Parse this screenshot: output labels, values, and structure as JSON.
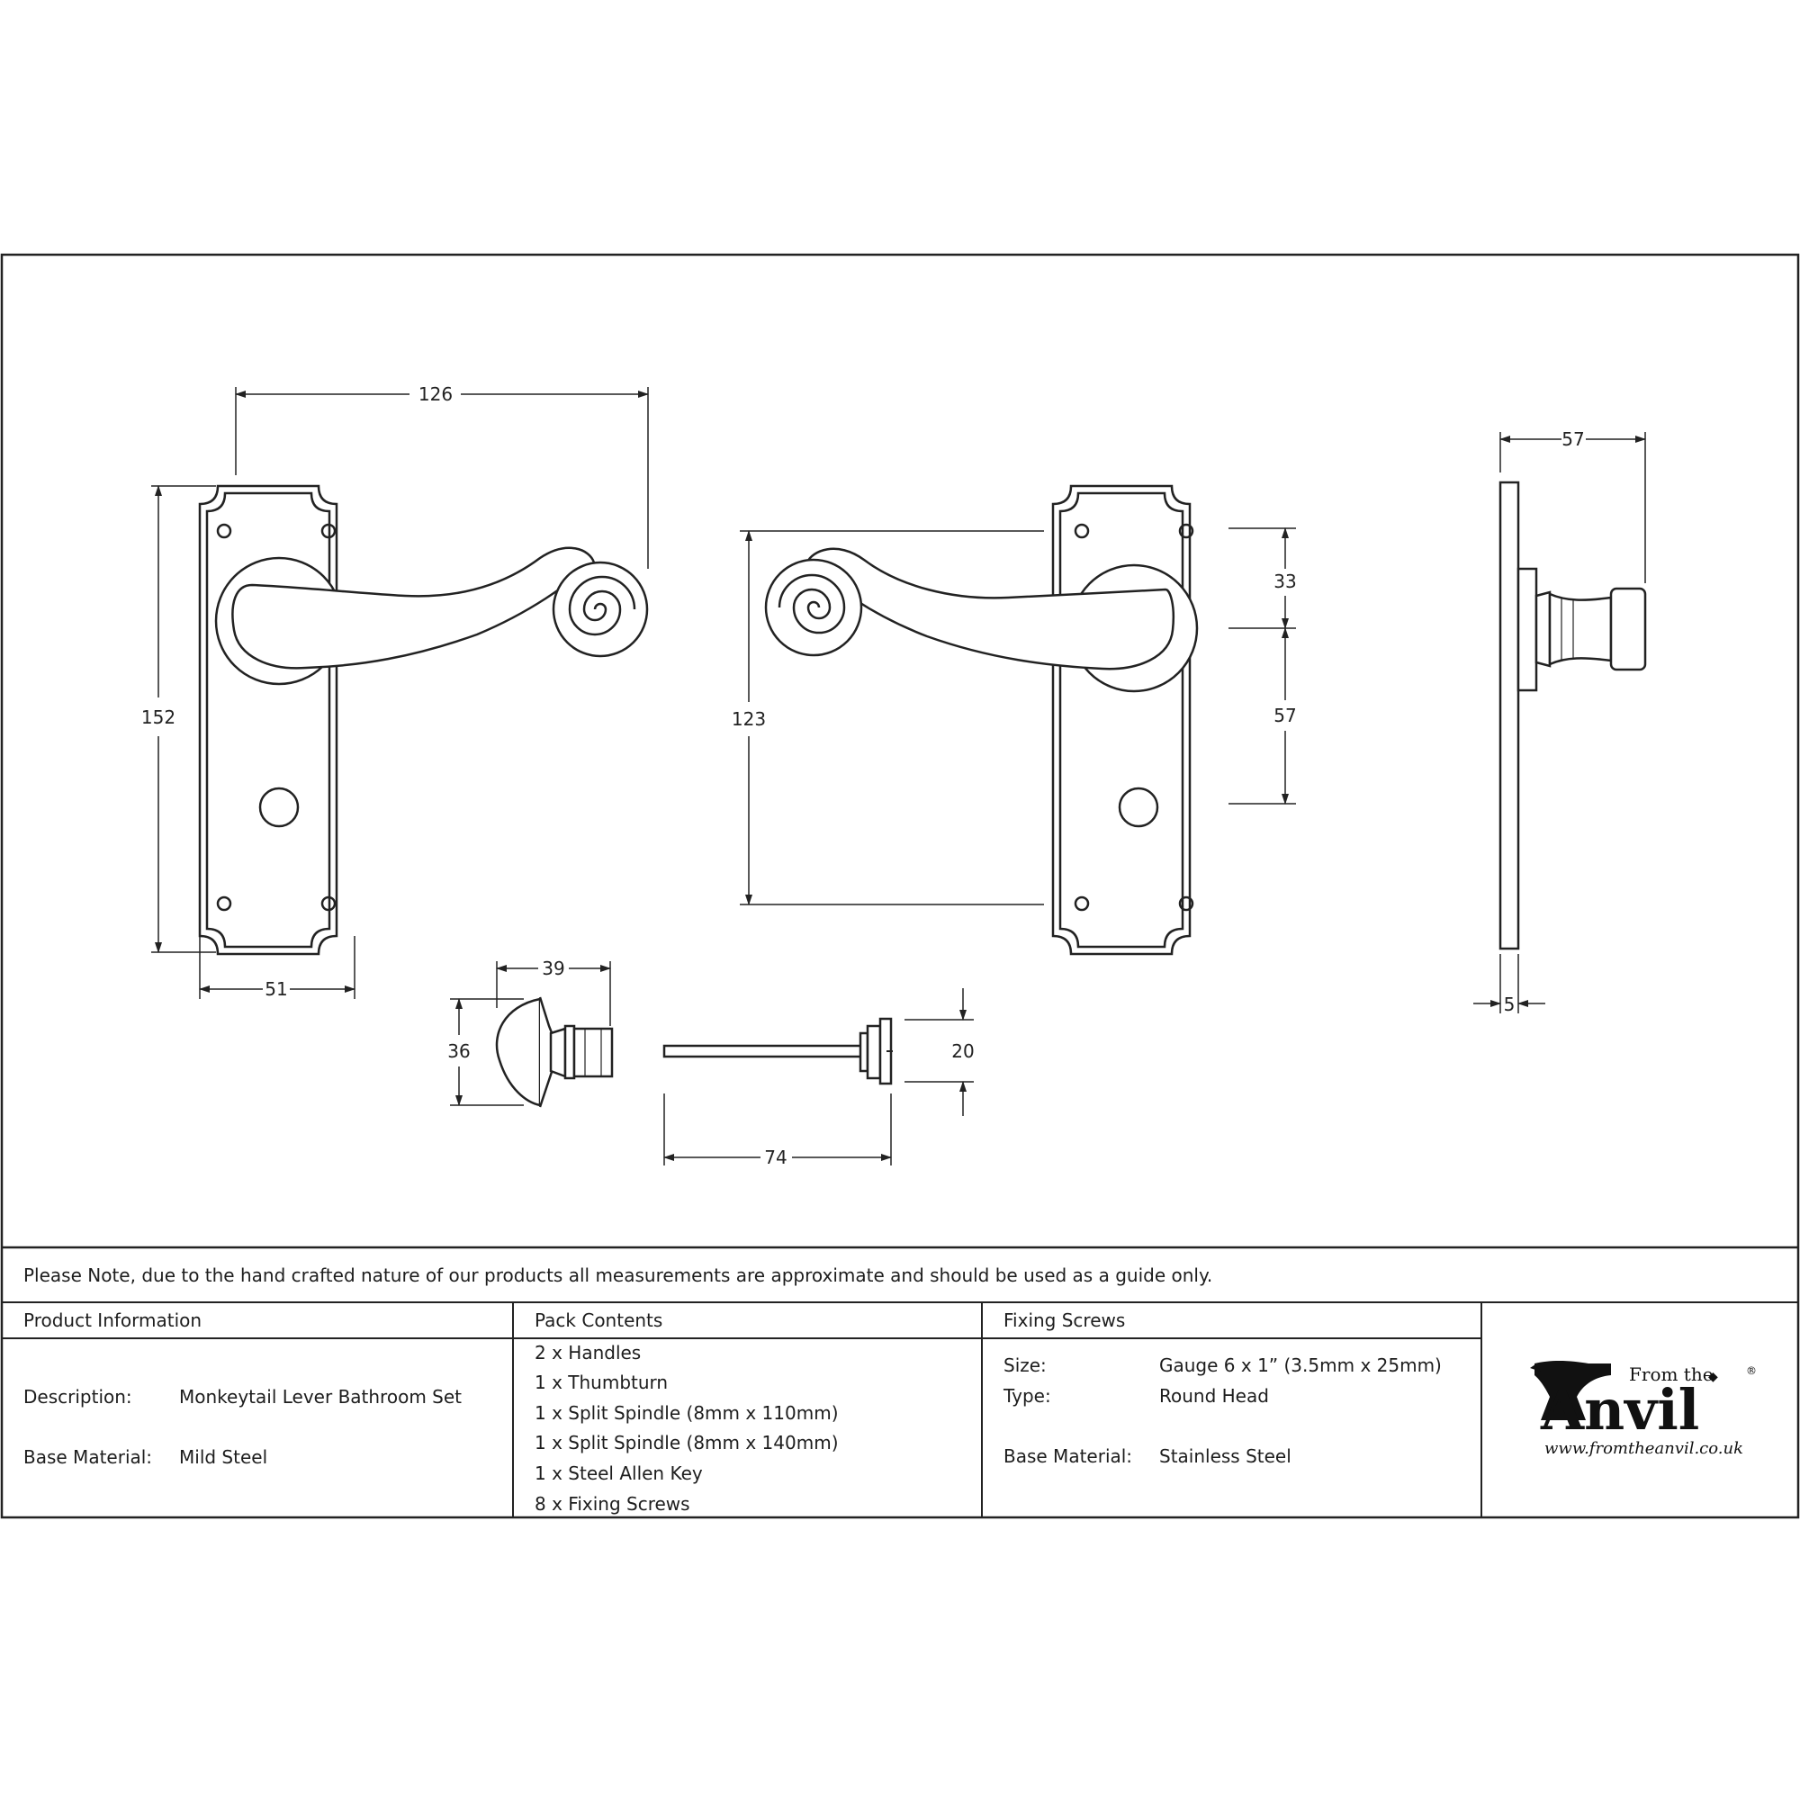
{
  "drawing": {
    "dimensions": {
      "front_width": "126",
      "front_height": "152",
      "plate_width": "51",
      "side_height": "123",
      "right_top": "33",
      "right_mid": "57",
      "profile_projection": "57",
      "profile_thickness": "5",
      "thumbturn_length": "39",
      "thumbturn_height": "36",
      "spindle_height": "20",
      "spindle_length": "74"
    }
  },
  "note": "Please Note, due to the hand crafted nature of our products all measurements are approximate and should be used as a guide only.",
  "table": {
    "product_information": {
      "header": "Product Information",
      "description_label": "Description:",
      "description_value": "Monkeytail Lever Bathroom Set",
      "base_material_label": "Base Material:",
      "base_material_value": "Mild Steel"
    },
    "pack_contents": {
      "header": "Pack Contents",
      "items": [
        "2 x Handles",
        "1 x Thumbturn",
        "1 x Split Spindle (8mm x 110mm)",
        "1 x Split Spindle (8mm x 140mm)",
        "1 x Steel Allen Key",
        "8 x Fixing Screws"
      ]
    },
    "fixing_screws": {
      "header": "Fixing Screws",
      "size_label": "Size:",
      "size_value": "Gauge 6 x 1” (3.5mm x 25mm)",
      "type_label": "Type:",
      "type_value": "Round Head",
      "base_material_label": "Base Material:",
      "base_material_value": "Stainless Steel"
    }
  },
  "logo": {
    "from_the": "From the",
    "brand": "Anvil",
    "registered": "®",
    "url": "www.fromtheanvil.co.uk"
  }
}
